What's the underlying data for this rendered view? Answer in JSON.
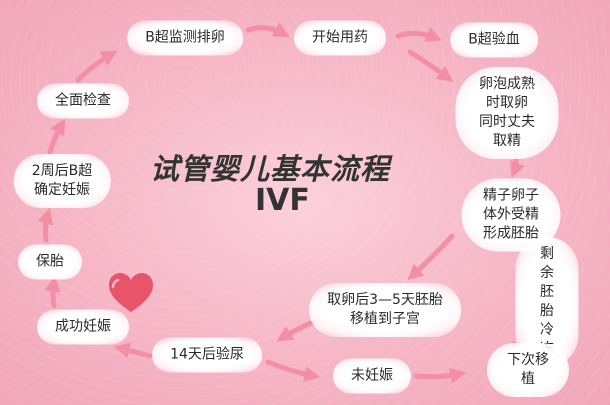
{
  "title": "试管婴儿基本流程",
  "subtitle": "IVF",
  "steps": {
    "b_monitor": "B超监测排卵",
    "start_med": "开始用药",
    "b_blood": "B超验血",
    "retrieve": "卵泡成熟时取卵\n同时丈夫取精",
    "fertilize": "精子卵子体外受精\n形成胚胎",
    "freeze": "剩余胚胎冷冻",
    "transfer": "取卵后3—5天胚胎\n移植到子宫",
    "next": "下次移植",
    "not_preg": "未妊娠",
    "urine": "14天后验尿",
    "success": "成功妊娠",
    "protect": "保胎",
    "confirm": "2周后B超\n确定妊娠",
    "checkup": "全面检查"
  },
  "colors": {
    "arrow": "#f38ea6",
    "background": "#f6b6c6",
    "heart": "#e8556b"
  },
  "icons": {
    "heart": "heart-icon"
  }
}
